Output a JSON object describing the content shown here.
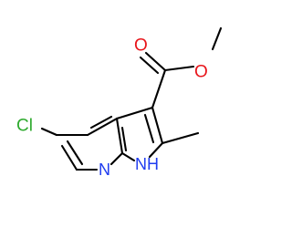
{
  "structure": {
    "atoms": {
      "chlorine": "Cl",
      "pyridine_nitrogen": "N",
      "pyrrole_nh": "NH",
      "carbonyl_oxygen": "O",
      "ester_oxygen": "O"
    },
    "colors": {
      "bond": "#000000",
      "chlorine": "#2eaa2e",
      "nitrogen": "#1f3cf0",
      "oxygen": "#e8151b"
    }
  }
}
